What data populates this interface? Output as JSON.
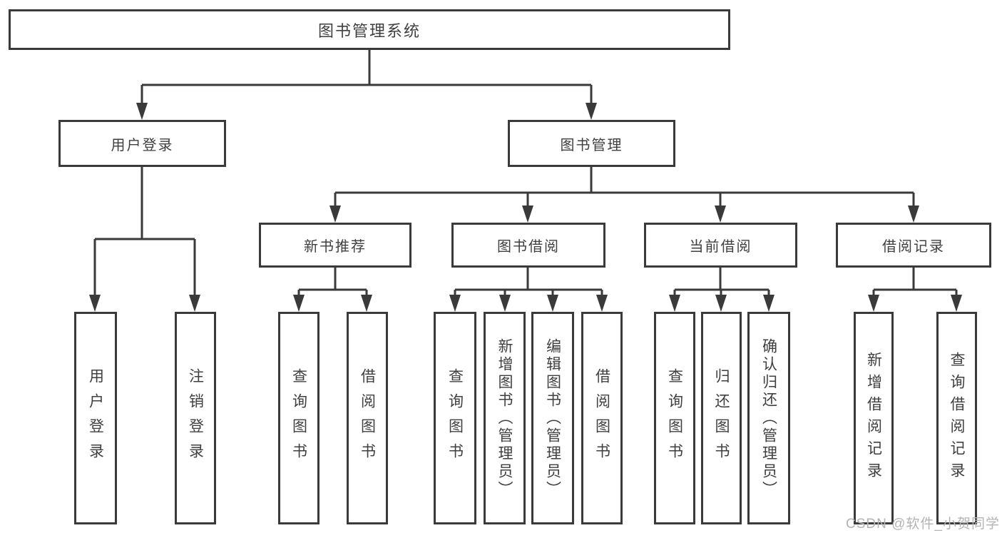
{
  "diagram": {
    "root": {
      "label": "图书管理系统"
    },
    "level2": [
      {
        "label": "用户登录"
      },
      {
        "label": "图书管理"
      }
    ],
    "level3": [
      {
        "label": "新书推荐"
      },
      {
        "label": "图书借阅"
      },
      {
        "label": "当前借阅"
      },
      {
        "label": "借阅记录"
      }
    ],
    "leaves": [
      {
        "label": "用户登录"
      },
      {
        "label": "注销登录"
      },
      {
        "label": "查询图书"
      },
      {
        "label": "借阅图书"
      },
      {
        "label": "查询图书"
      },
      {
        "label": "新增图书（管理员）"
      },
      {
        "label": "编辑图书（管理员）"
      },
      {
        "label": "借阅图书"
      },
      {
        "label": "查询图书"
      },
      {
        "label": "归还图书"
      },
      {
        "label": "确认归还（管理员）"
      },
      {
        "label": "新增借阅记录"
      },
      {
        "label": "查询借阅记录"
      }
    ]
  },
  "watermark": {
    "text": "CSDN @软件_小贺同学"
  },
  "colors": {
    "line": "#3a3a3a",
    "text": "#3f3f3f",
    "watermark": "#b3b3b3",
    "background": "#ffffff"
  }
}
